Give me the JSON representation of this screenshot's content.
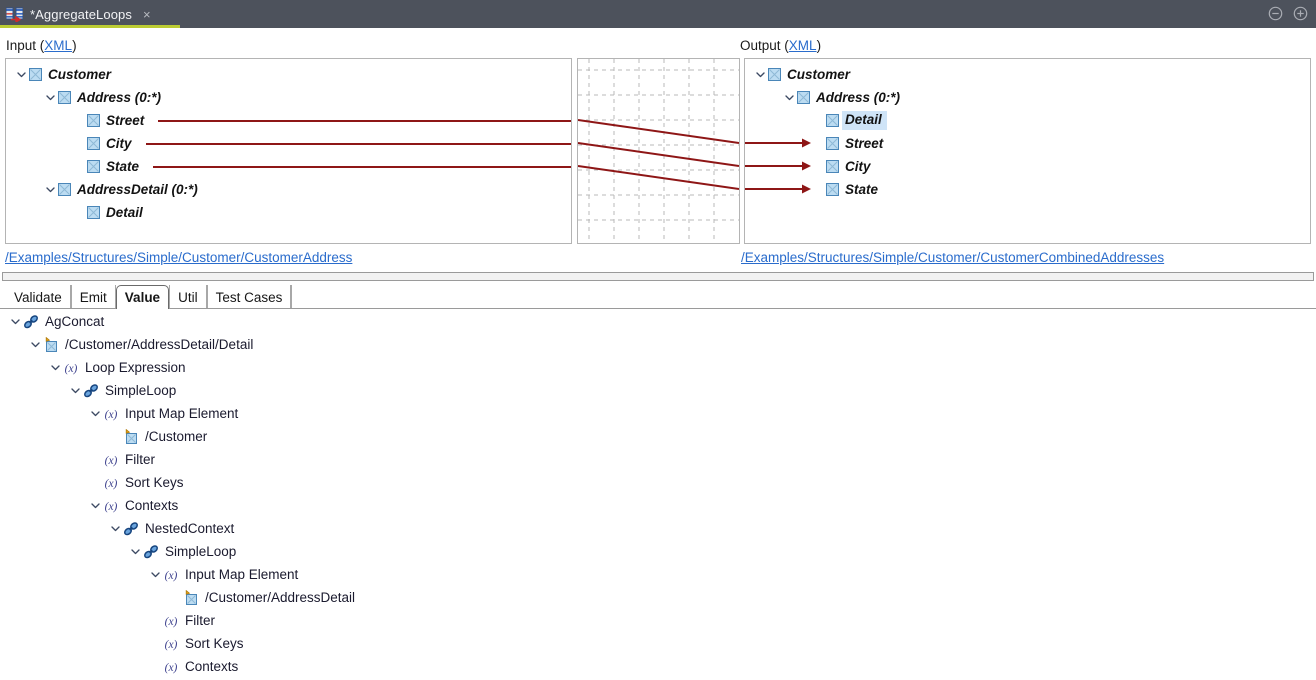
{
  "window": {
    "tab_title": "*AggregateLoops",
    "tab_close": "×",
    "app_icon": "map-transform-icon",
    "minimize_icon": "minimize-icon",
    "maximize_icon": "maximize-icon",
    "accent_color": "#bccc33",
    "titlebar_color": "#4d525c"
  },
  "input_panel": {
    "label": "Input",
    "link_open": "(",
    "link_text": "XML",
    "link_close": ")",
    "path": "/Examples/Structures/Simple/Customer/CustomerAddress",
    "nodes": [
      {
        "label": "Customer",
        "depth": 0,
        "expandable": true,
        "selected": false
      },
      {
        "label": "Address (0:*)",
        "depth": 1,
        "expandable": true,
        "selected": false
      },
      {
        "label": "Street",
        "depth": 2,
        "expandable": false,
        "selected": false
      },
      {
        "label": "City",
        "depth": 2,
        "expandable": false,
        "selected": false
      },
      {
        "label": "State",
        "depth": 2,
        "expandable": false,
        "selected": false
      },
      {
        "label": "AddressDetail (0:*)",
        "depth": 1,
        "expandable": true,
        "selected": false
      },
      {
        "label": "Detail",
        "depth": 2,
        "expandable": false,
        "selected": false
      }
    ]
  },
  "output_panel": {
    "label": "Output",
    "link_open": "(",
    "link_text": "XML",
    "link_close": ")",
    "path": "/Examples/Structures/Simple/Customer/CustomerCombinedAddresses",
    "nodes": [
      {
        "label": "Customer",
        "depth": 0,
        "expandable": true,
        "selected": false
      },
      {
        "label": "Address (0:*)",
        "depth": 1,
        "expandable": true,
        "selected": false
      },
      {
        "label": "Detail",
        "depth": 2,
        "expandable": false,
        "selected": true
      },
      {
        "label": "Street",
        "depth": 2,
        "expandable": false,
        "selected": false
      },
      {
        "label": "City",
        "depth": 2,
        "expandable": false,
        "selected": false
      },
      {
        "label": "State",
        "depth": 2,
        "expandable": false,
        "selected": false
      }
    ]
  },
  "mapping": {
    "line_color": "#8e1616",
    "grid_color": "#b9b9b9",
    "links": [
      {
        "from": "Street",
        "to": "Street"
      },
      {
        "from": "City",
        "to": "City"
      },
      {
        "from": "State",
        "to": "State"
      }
    ]
  },
  "tabs": {
    "items": [
      {
        "label": "Validate",
        "active": false
      },
      {
        "label": "Emit",
        "active": false
      },
      {
        "label": "Value",
        "active": true
      },
      {
        "label": "Util",
        "active": false
      },
      {
        "label": "Test Cases",
        "active": false
      }
    ]
  },
  "value_tree": {
    "nodes": [
      {
        "label": "AgConcat",
        "depth": 0,
        "icon": "chain-icon",
        "expandable": true
      },
      {
        "label": "/Customer/AddressDetail/Detail",
        "depth": 1,
        "icon": "map-node-icon",
        "expandable": true
      },
      {
        "label": "Loop Expression",
        "depth": 2,
        "icon": "expression-icon",
        "expandable": true
      },
      {
        "label": "SimpleLoop",
        "depth": 3,
        "icon": "chain-icon",
        "expandable": true
      },
      {
        "label": "Input Map Element",
        "depth": 4,
        "icon": "expression-icon",
        "expandable": true
      },
      {
        "label": "/Customer",
        "depth": 5,
        "icon": "map-node-icon",
        "expandable": false
      },
      {
        "label": "Filter",
        "depth": 4,
        "icon": "expression-icon",
        "expandable": false
      },
      {
        "label": "Sort Keys",
        "depth": 4,
        "icon": "expression-icon",
        "expandable": false
      },
      {
        "label": "Contexts",
        "depth": 4,
        "icon": "expression-icon",
        "expandable": true
      },
      {
        "label": "NestedContext",
        "depth": 5,
        "icon": "chain-icon",
        "expandable": true
      },
      {
        "label": "SimpleLoop",
        "depth": 6,
        "icon": "chain-icon",
        "expandable": true
      },
      {
        "label": "Input Map Element",
        "depth": 7,
        "icon": "expression-icon",
        "expandable": true
      },
      {
        "label": "/Customer/AddressDetail",
        "depth": 8,
        "icon": "map-node-icon",
        "expandable": false
      },
      {
        "label": "Filter",
        "depth": 7,
        "icon": "expression-icon",
        "expandable": false
      },
      {
        "label": "Sort Keys",
        "depth": 7,
        "icon": "expression-icon",
        "expandable": false
      },
      {
        "label": "Contexts",
        "depth": 7,
        "icon": "expression-icon",
        "expandable": false
      }
    ]
  }
}
